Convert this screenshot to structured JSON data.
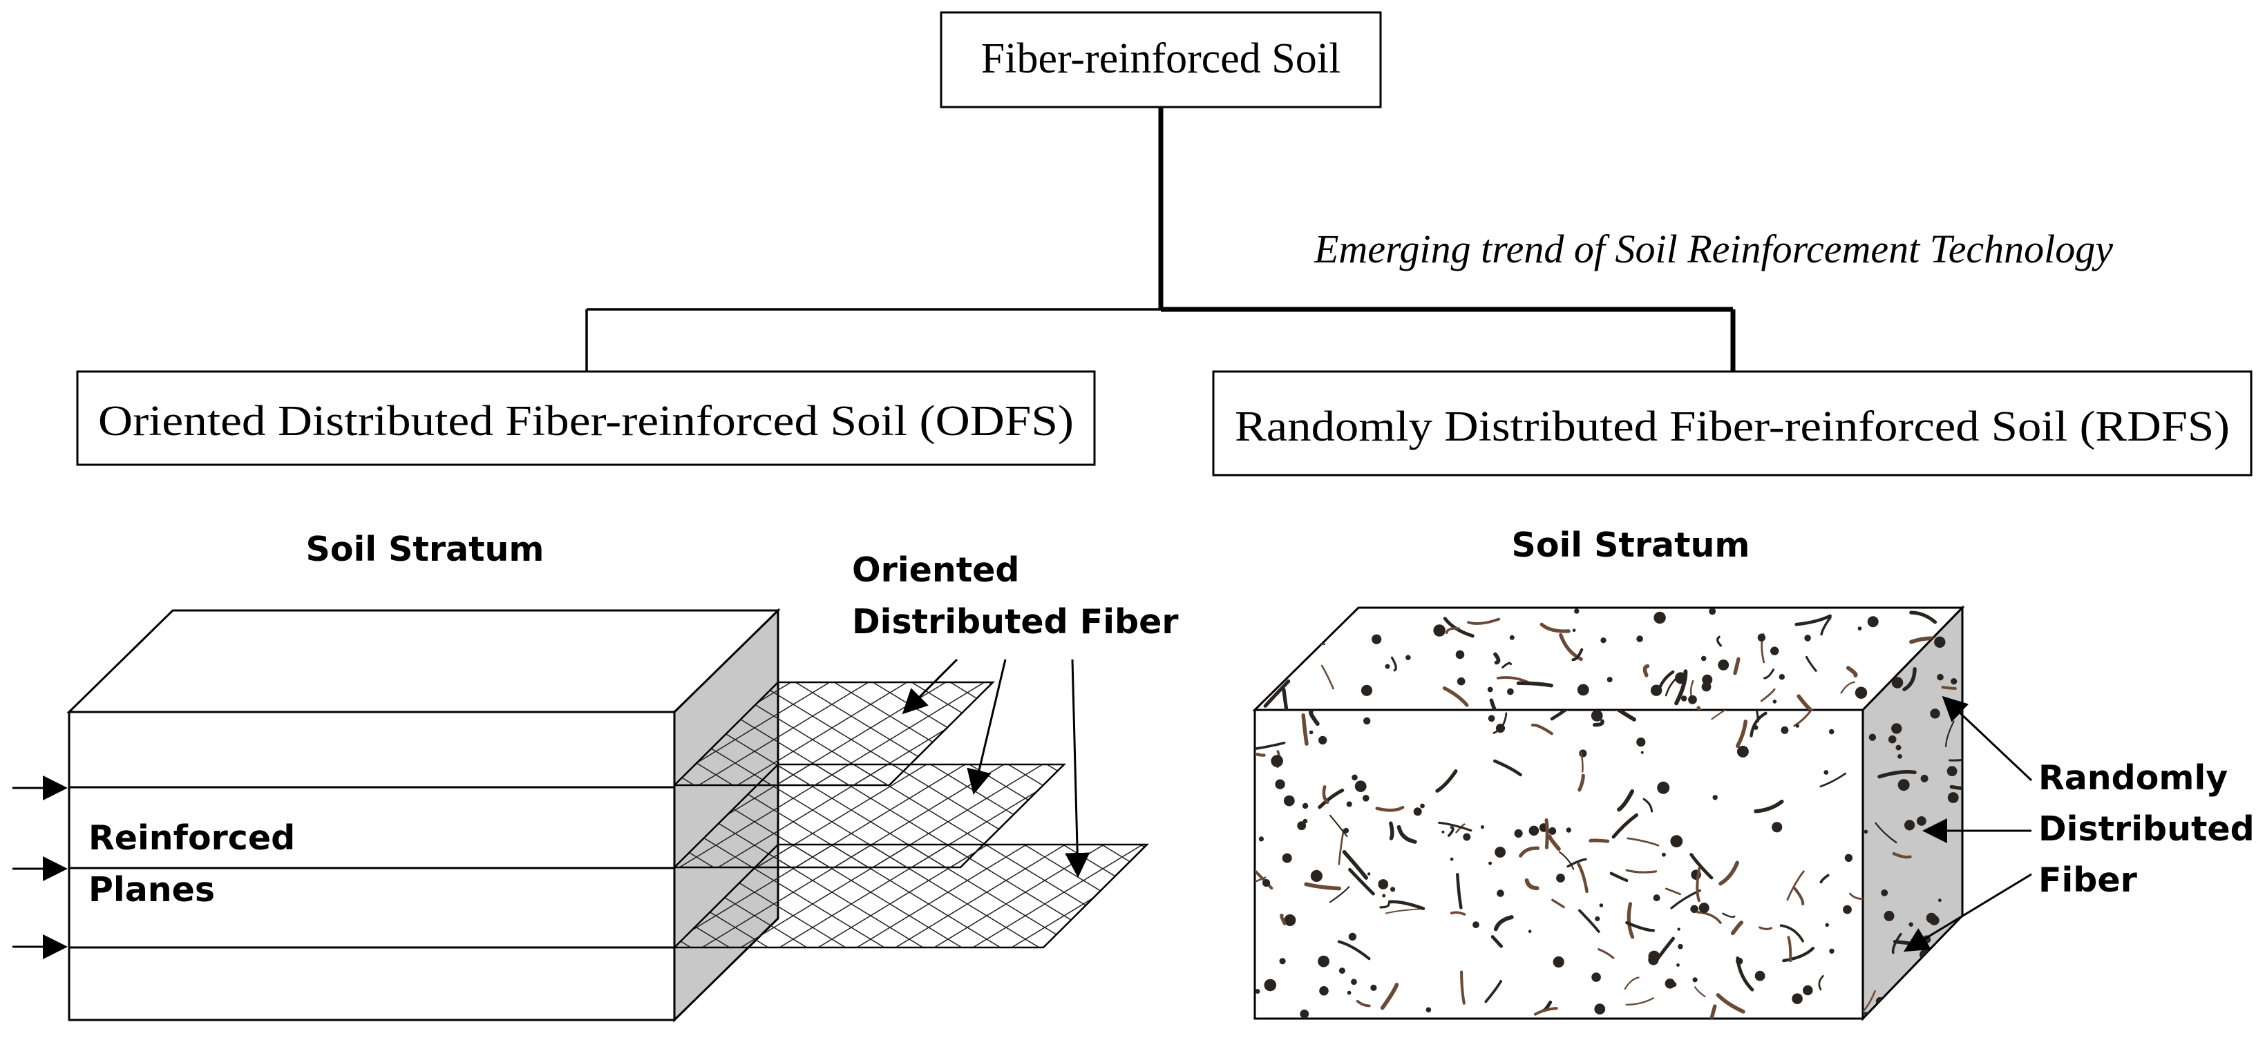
{
  "root": {
    "label": "Fiber-reinforced Soil"
  },
  "trend_note": "Emerging trend of Soil Reinforcement Technology",
  "branches": {
    "left": {
      "title": "Oriented Distributed Fiber-reinforced Soil (ODFS)",
      "stratum_label": "Soil Stratum",
      "fiber_label_line1": "Oriented",
      "fiber_label_line2": "Distributed Fiber",
      "planes_label_line1": "Reinforced",
      "planes_label_line2": "Planes"
    },
    "right": {
      "title": "Randomly Distributed Fiber-reinforced Soil (RDFS)",
      "stratum_label": "Soil Stratum",
      "fiber_label_line1": "Randomly",
      "fiber_label_line2": "Distributed",
      "fiber_label_line3": "Fiber"
    }
  },
  "colors": {
    "side_face": "#c8c8c8",
    "fiber": "#2a2420",
    "fiber_brown": "#6b4a35",
    "line": "#000000"
  }
}
